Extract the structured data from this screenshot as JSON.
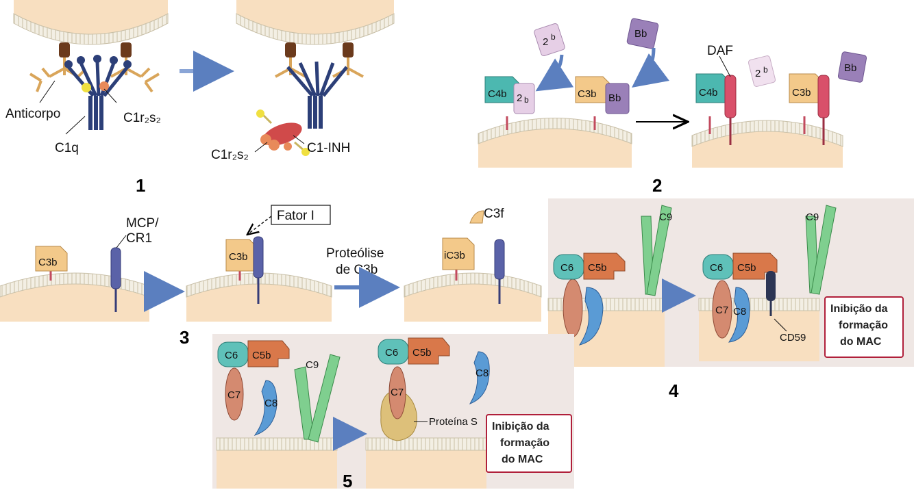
{
  "panels": {
    "p1": {
      "number": "1",
      "labels": {
        "anticorpo": "Anticorpo",
        "c1r2s2_left": "C1r₂s₂",
        "c1q": "C1q",
        "c1r2s2_right": "C1r₂s₂",
        "c1inh": "C1-INH"
      }
    },
    "p2": {
      "number": "2",
      "labels": {
        "c4b_a": "C4b",
        "two_b_a": "2",
        "two_b_a_sub": "b",
        "c3b_a": "C3b",
        "bb_a": "Bb",
        "two_b_free_top": "2",
        "two_b_free_top_sub": "b",
        "bb_free_top": "Bb",
        "daf": "DAF",
        "c4b_b": "C4b",
        "two_b_free_right": "2",
        "two_b_free_right_sub": "b",
        "c3b_b": "C3b",
        "bb_free_right": "Bb"
      }
    },
    "p3": {
      "number": "3",
      "labels": {
        "c3b_a": "C3b",
        "mcp_line1": "MCP/",
        "mcp_line2": "CR1",
        "c3b_b": "C3b",
        "fator_i": "Fator I",
        "proteolise_line1": "Proteólise",
        "proteolise_line2": "de C3b",
        "ic3b": "iC3b",
        "c3f": "C3f"
      }
    },
    "p4": {
      "number": "4",
      "labels": {
        "c6_a": "C6",
        "c5b_a": "C5b",
        "c9_a": "C9",
        "c6_b": "C6",
        "c5b_b": "C5b",
        "c9_b": "C9",
        "c7": "C7",
        "c8": "C8",
        "cd59": "CD59",
        "box_line1": "Inibição da",
        "box_line2": "formação",
        "box_line3": "do MAC"
      }
    },
    "p5": {
      "number": "5",
      "labels": {
        "c6_a": "C6",
        "c5b_a": "C5b",
        "c7_a": "C7",
        "c8_a": "C8",
        "c9": "C9",
        "c6_b": "C6",
        "c5b_b": "C5b",
        "c7_b": "C7",
        "c8_b": "C8",
        "proteina_s": "Proteína S",
        "box_line1": "Inibição da",
        "box_line2": "formação",
        "box_line3": "do MAC"
      }
    }
  },
  "colors": {
    "cell": "#f8dfc0",
    "membrane": "#e9e6d8",
    "antibody": "#d9a55a",
    "c1q": "#2c3f78",
    "c4b": "#4cb8b0",
    "two_b": "#e6cfe6",
    "c3b": "#f3c98a",
    "bb": "#9a80b8",
    "daf": "#d9506a",
    "mcp": "#5a62a8",
    "c6": "#5fc1b9",
    "c5b": "#d9784a",
    "c7": "#d48a70",
    "c8": "#5a9bd5",
    "c9": "#7fcf8f",
    "proteina_s": "#ddc07a",
    "arrow": "#5b7fbf",
    "inset_bg": "#efe7e4",
    "box_border": "#b01f3a"
  }
}
